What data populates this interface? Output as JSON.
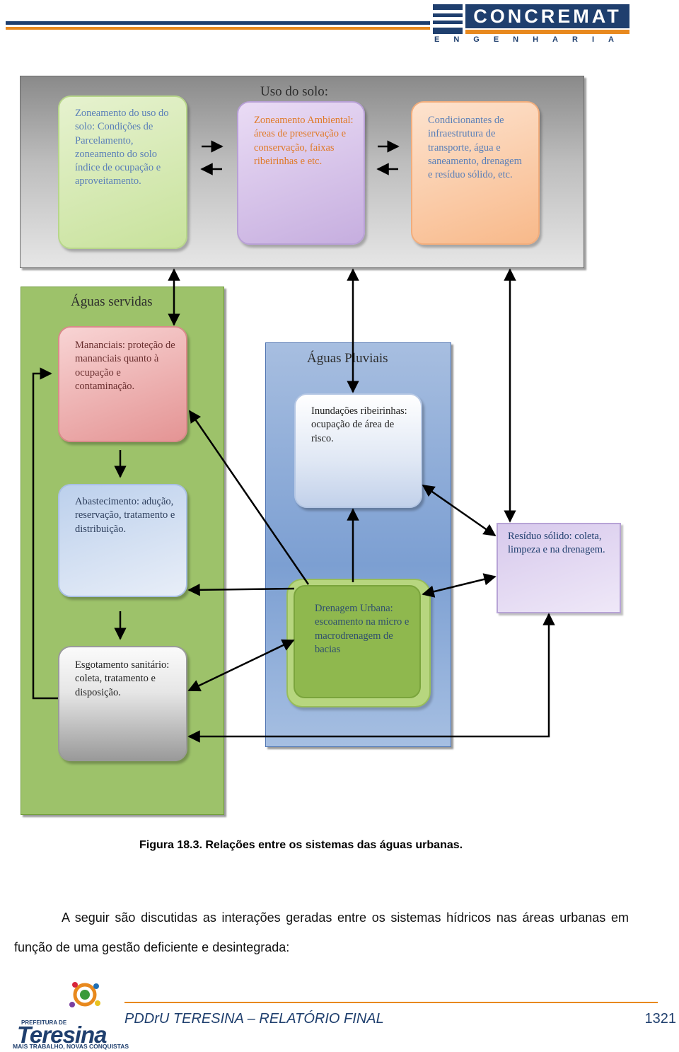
{
  "header": {
    "brand": "CONCREMAT",
    "brand_sub": "ENGENHARIA",
    "colors": {
      "navy": "#1f3f6e",
      "orange": "#e8891e"
    }
  },
  "diagram": {
    "uso_title": "Uso do solo:",
    "uso_boxes": [
      "Zoneamento do uso do solo: Condições de Parcelamento, zoneamento do solo índice de ocupação e aproveitamento.",
      "Zoneamento Ambiental: áreas de preservação e conservação, faixas ribeirinhas e etc.",
      "Condicionantes de infraestrutura de transporte, água e saneamento, drenagem e resíduo sólido, etc."
    ],
    "servidas_title": "Águas servidas",
    "servidas_boxes": [
      "Mananciais: proteção de mananciais quanto à ocupação e contaminação.",
      "Abastecimento: adução, reservação, tratamento e distribuição.",
      "Esgotamento sanitário: coleta, tratamento e disposição."
    ],
    "pluviais_title": "Águas Pluviais",
    "pluviais_boxes": [
      "Inundações ribeirinhas: ocupação de área de risco.",
      "Drenagem Urbana: escoamento na micro e macrodrenagem de bacias"
    ],
    "residuo": "Resíduo sólido: coleta, limpeza e na drenagem."
  },
  "caption": "Figura 18.3. Relações entre os sistemas das águas urbanas.",
  "paragraph": "A seguir são discutidas as interações geradas entre os sistemas hídricos nas áreas urbanas em função de uma gestão deficiente e desintegrada:",
  "footer": {
    "logo_prefeitura": "PREFEITURA DE",
    "logo_city": "Teresina",
    "logo_slogan": "MAIS TRABALHO, NOVAS CONQUISTAS",
    "title": "PDDrU TERESINA – RELATÓRIO FINAL",
    "page": "1321"
  }
}
